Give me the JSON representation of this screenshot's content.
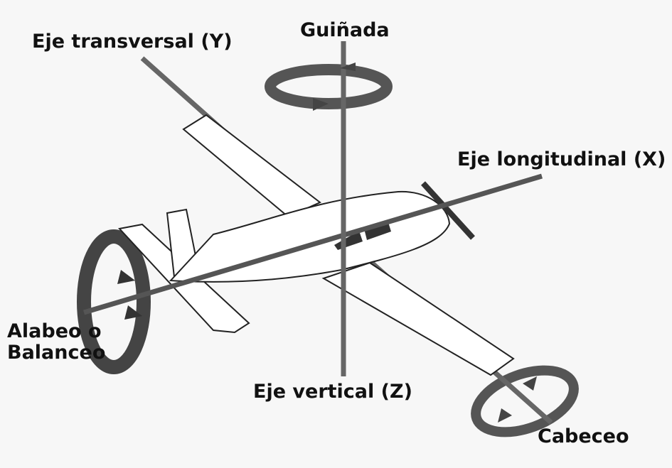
{
  "labels": {
    "transverse_axis": "Eje transversal (Y)",
    "yaw": "Guiñada",
    "longitudinal_axis": "Eje longitudinal (X)",
    "roll_line1": "Alabeo o",
    "roll_line2": "Balanceo",
    "vertical_axis": "Eje vertical (Z)",
    "pitch": "Cabeceo"
  },
  "colors": {
    "axis": "#555555",
    "ring": "#444444",
    "plane_fill": "#ffffff",
    "outline": "#222222"
  }
}
